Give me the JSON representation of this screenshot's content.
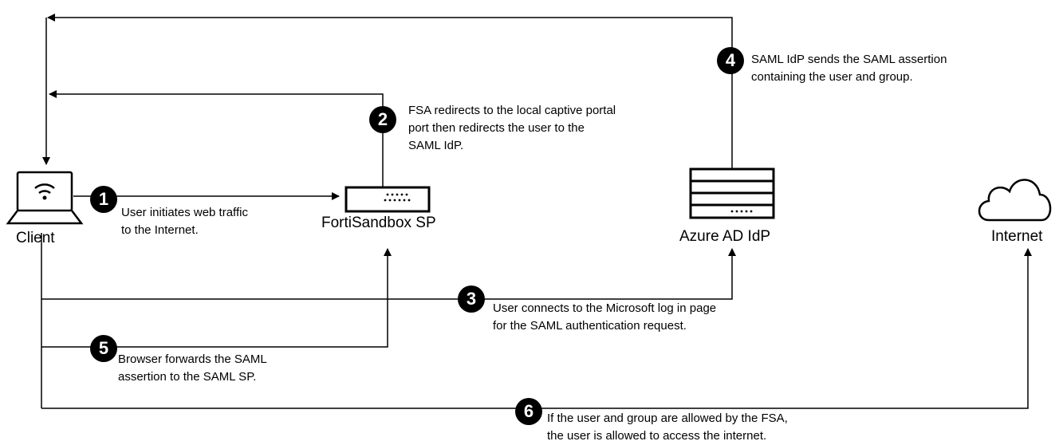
{
  "nodes": {
    "client": "Client",
    "sp": "FortiSandbox SP",
    "idp": "Azure AD IdP",
    "internet": "Internet"
  },
  "steps": [
    {
      "number": "1",
      "lines": [
        "User initiates web traffic",
        "to the Internet."
      ]
    },
    {
      "number": "2",
      "lines": [
        "FSA redirects to the local captive portal",
        "port then redirects the user to the",
        "SAML IdP."
      ]
    },
    {
      "number": "3",
      "lines": [
        "User connects to the Microsoft log in page",
        "for the SAML authentication request."
      ]
    },
    {
      "number": "4",
      "lines": [
        "SAML IdP sends the SAML assertion",
        "containing the user and group."
      ]
    },
    {
      "number": "5",
      "lines": [
        "Browser forwards the SAML",
        "assertion to the SAML SP."
      ]
    },
    {
      "number": "6",
      "lines": [
        "If the user and group are allowed by the FSA,",
        "the user is allowed to access the internet."
      ]
    }
  ],
  "icons": {
    "client": "laptop-wifi-icon",
    "sp": "appliance-icon",
    "idp": "server-stack-icon",
    "internet": "cloud-icon"
  },
  "colors": {
    "line": "#000000",
    "badge": "#000000",
    "badge_text": "#ffffff"
  }
}
